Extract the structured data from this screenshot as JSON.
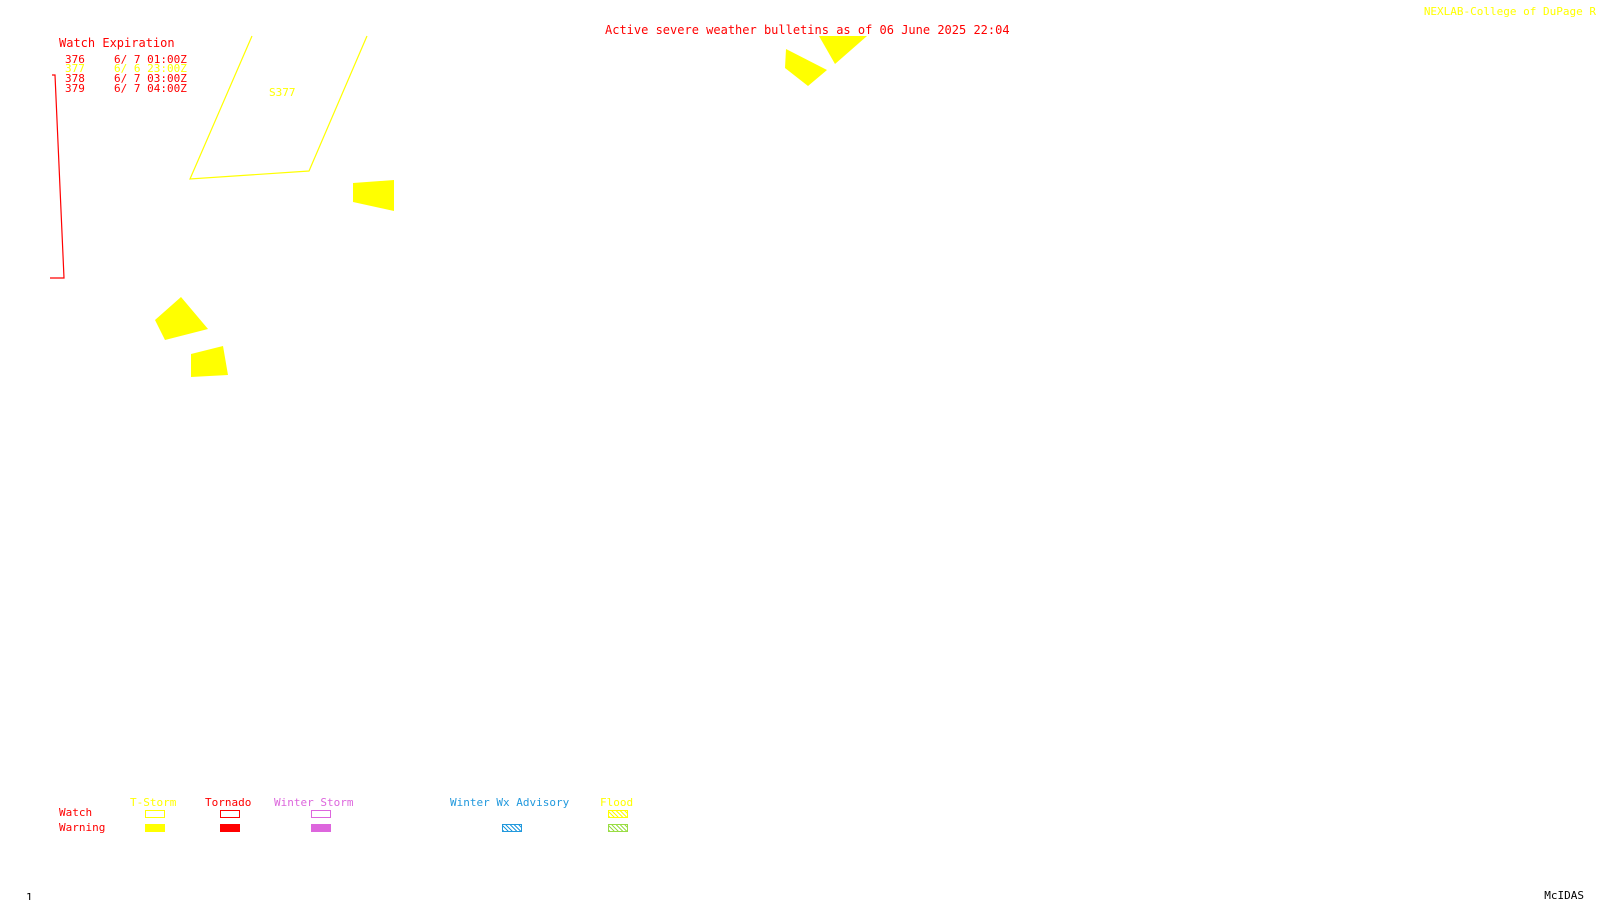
{
  "header": {
    "title": "Active severe weather bulletins as of 06 June 2025 22:04",
    "credit": "NEXLAB-College of DuPage R"
  },
  "watch_table": {
    "heading": "Watch Expiration",
    "rows": [
      {
        "id": "376",
        "expires": "6/ 7 01:00Z",
        "color": "#ff0000"
      },
      {
        "id": "377",
        "expires": "6/ 6 23:00Z",
        "color": "#ffff00"
      },
      {
        "id": "378",
        "expires": "6/ 7 03:00Z",
        "color": "#ff0000"
      },
      {
        "id": "379",
        "expires": "6/ 7 04:00Z",
        "color": "#ff0000"
      }
    ]
  },
  "map": {
    "watch_label": "S377",
    "colors": {
      "thunderstorm": "#ffff00",
      "tornado": "#ff0000",
      "winter_storm": "#dd66dd",
      "winter_advisory": "#2299dd",
      "flood": "#99dd44"
    }
  },
  "legend": {
    "row_labels": {
      "watch": "Watch",
      "warning": "Warning"
    },
    "columns": [
      {
        "key": "thunderstorm",
        "label": "T-Storm",
        "color": "#ffff00"
      },
      {
        "key": "tornado",
        "label": "Tornado",
        "color": "#ff0000"
      },
      {
        "key": "winter_storm",
        "label": "Winter Storm",
        "color": "#dd66dd"
      },
      {
        "key": "winter_advisory",
        "label": "Winter Wx Advisory",
        "color": "#2299dd"
      },
      {
        "key": "flood",
        "label": "Flood",
        "color": "#ffff00"
      }
    ]
  },
  "footer": {
    "frame_number": "1",
    "software": "McIDAS"
  }
}
